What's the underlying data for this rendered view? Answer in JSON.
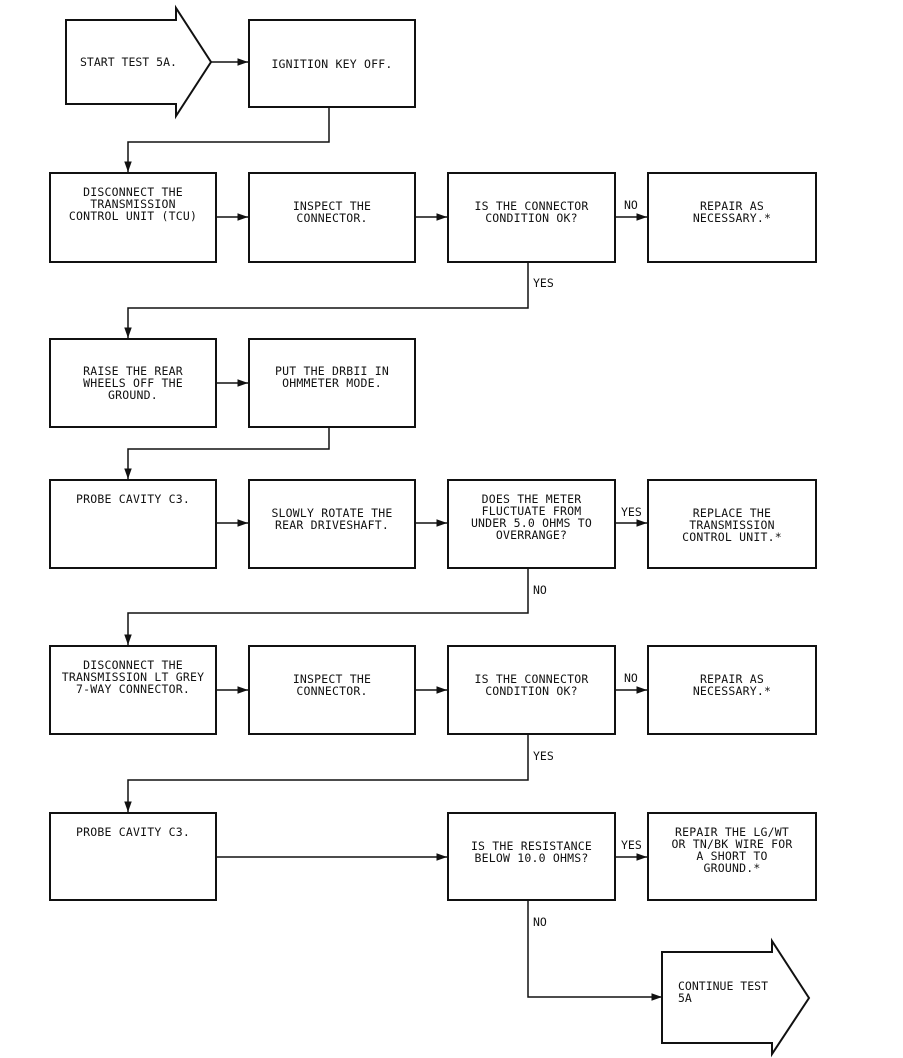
{
  "steps": {
    "start": "START TEST 5A.",
    "ignition": "IGNITION KEY OFF.",
    "disconnect_tcu": "DISCONNECT THE\nTRANSMISSION\nCONTROL UNIT (TCU)",
    "inspect1": "INSPECT THE\nCONNECTOR.",
    "connector_ok1": "IS THE CONNECTOR\nCONDITION OK?",
    "repair1": "REPAIR AS\nNECESSARY.*",
    "raise_wheels": "RAISE THE REAR\nWHEELS OFF THE\nGROUND.",
    "drbii": "PUT THE DRBII IN\nOHMMETER MODE.",
    "probe1": "PROBE CAVITY C3.",
    "rotate": "SLOWLY ROTATE THE\nREAR DRIVESHAFT.",
    "fluctuate": "DOES THE METER\nFLUCTUATE FROM\nUNDER 5.0 OHMS TO\nOVERRANGE?",
    "replace_tcu": "REPLACE THE\nTRANSMISSION\nCONTROL UNIT.*",
    "disconnect_grey": "DISCONNECT THE\nTRANSMISSION LT GREY\n7-WAY CONNECTOR.",
    "inspect2": "INSPECT THE\nCONNECTOR.",
    "connector_ok2": "IS THE CONNECTOR\nCONDITION OK?",
    "repair2": "REPAIR AS\nNECESSARY.*",
    "probe2": "PROBE CAVITY C3.",
    "resistance": "IS THE RESISTANCE\nBELOW 10.0 OHMS?",
    "repair_wire": "REPAIR THE LG/WT\nOR TN/BK WIRE FOR\nA SHORT TO\nGROUND.*",
    "continue": "CONTINUE TEST\n5A"
  },
  "labels": {
    "no1": "NO",
    "yes1": "YES",
    "yes2": "YES",
    "no2": "NO",
    "no3": "NO",
    "yes3": "YES",
    "yes4": "YES",
    "no4": "NO"
  }
}
